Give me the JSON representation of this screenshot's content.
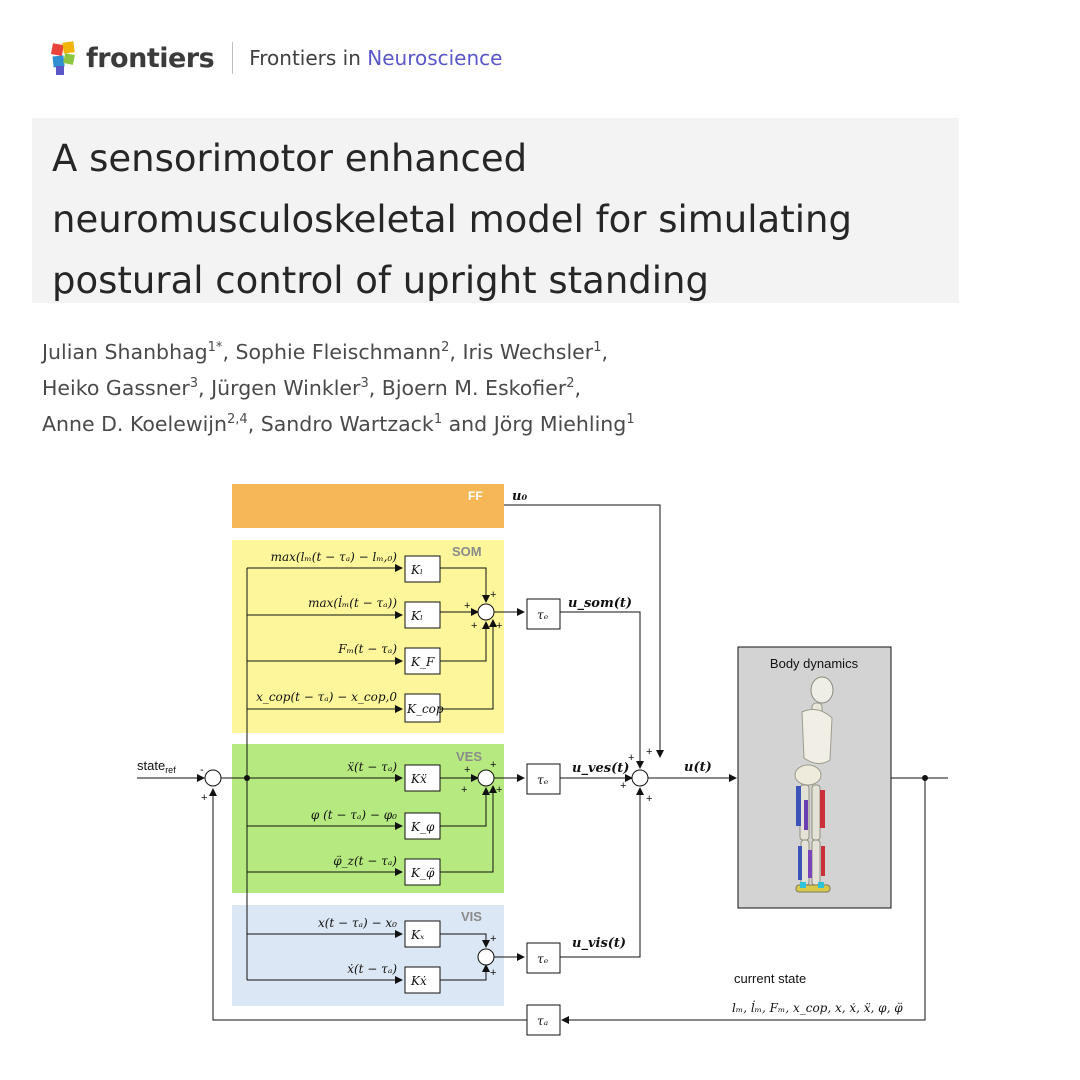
{
  "header": {
    "brand": "frontiers",
    "journal_prefix": "Frontiers in ",
    "journal_highlight": "Neuroscience"
  },
  "title_lines": [
    "A sensorimotor enhanced",
    "neuromusculoskeletal model for simulating",
    "postural control of upright standing"
  ],
  "authors": {
    "line1": [
      [
        "Julian Shanbhag",
        "1*"
      ],
      [
        "Sophie Fleischmann",
        "2"
      ],
      [
        "Iris Wechsler",
        "1"
      ]
    ],
    "line2": [
      [
        "Heiko Gassner",
        "3"
      ],
      [
        "Jürgen Winkler",
        "3"
      ],
      [
        "Bjoern M. Eskofier",
        "2"
      ]
    ],
    "line3": [
      [
        "Anne D. Koelewijn",
        "2,4"
      ],
      [
        "Sandro Wartzack",
        "1"
      ],
      [
        "Jörg Miehling",
        "1"
      ]
    ],
    "joiner": "and"
  },
  "diagram": {
    "sections": {
      "ff": "FF",
      "som": "SOM",
      "ves": "VES",
      "vis": "VIS"
    },
    "input_label": "state",
    "input_sub": "ref",
    "body_dynamics": "Body dynamics",
    "current_state": "current state",
    "state_vars": "lₘ, l̇ₘ, Fₘ, x_cop, x, ẋ, ẍ, φ, φ̈",
    "signals": {
      "u0": "u₀",
      "usom": "u_som(t)",
      "uves": "u_ves(t)",
      "uvis": "u_vis(t)",
      "u": "u(t)"
    },
    "delays": {
      "te": "τₑ",
      "ta": "τₐ"
    },
    "som_inputs": [
      "max(lₘ(t − τₐ) − lₘ,₀)",
      "max(l̇ₘ(t − τₐ))",
      "Fₘ(t − τₐ)",
      "x_cop(t − τₐ) − x_cop,0"
    ],
    "som_gains": [
      "Kₗ",
      "Kₗ̇",
      "K_F",
      "K_cop"
    ],
    "ves_inputs": [
      "ẍ(t − τₐ)",
      "φ (t − τₐ) − φ₀",
      "φ̈_z(t − τₐ)"
    ],
    "ves_gains": [
      "Kẍ",
      "K_φ",
      "K_φ̈"
    ],
    "vis_inputs": [
      "x(t − τₐ) − x₀",
      "ẋ(t − τₐ)"
    ],
    "vis_gains": [
      "Kₓ",
      "Kẋ"
    ]
  }
}
